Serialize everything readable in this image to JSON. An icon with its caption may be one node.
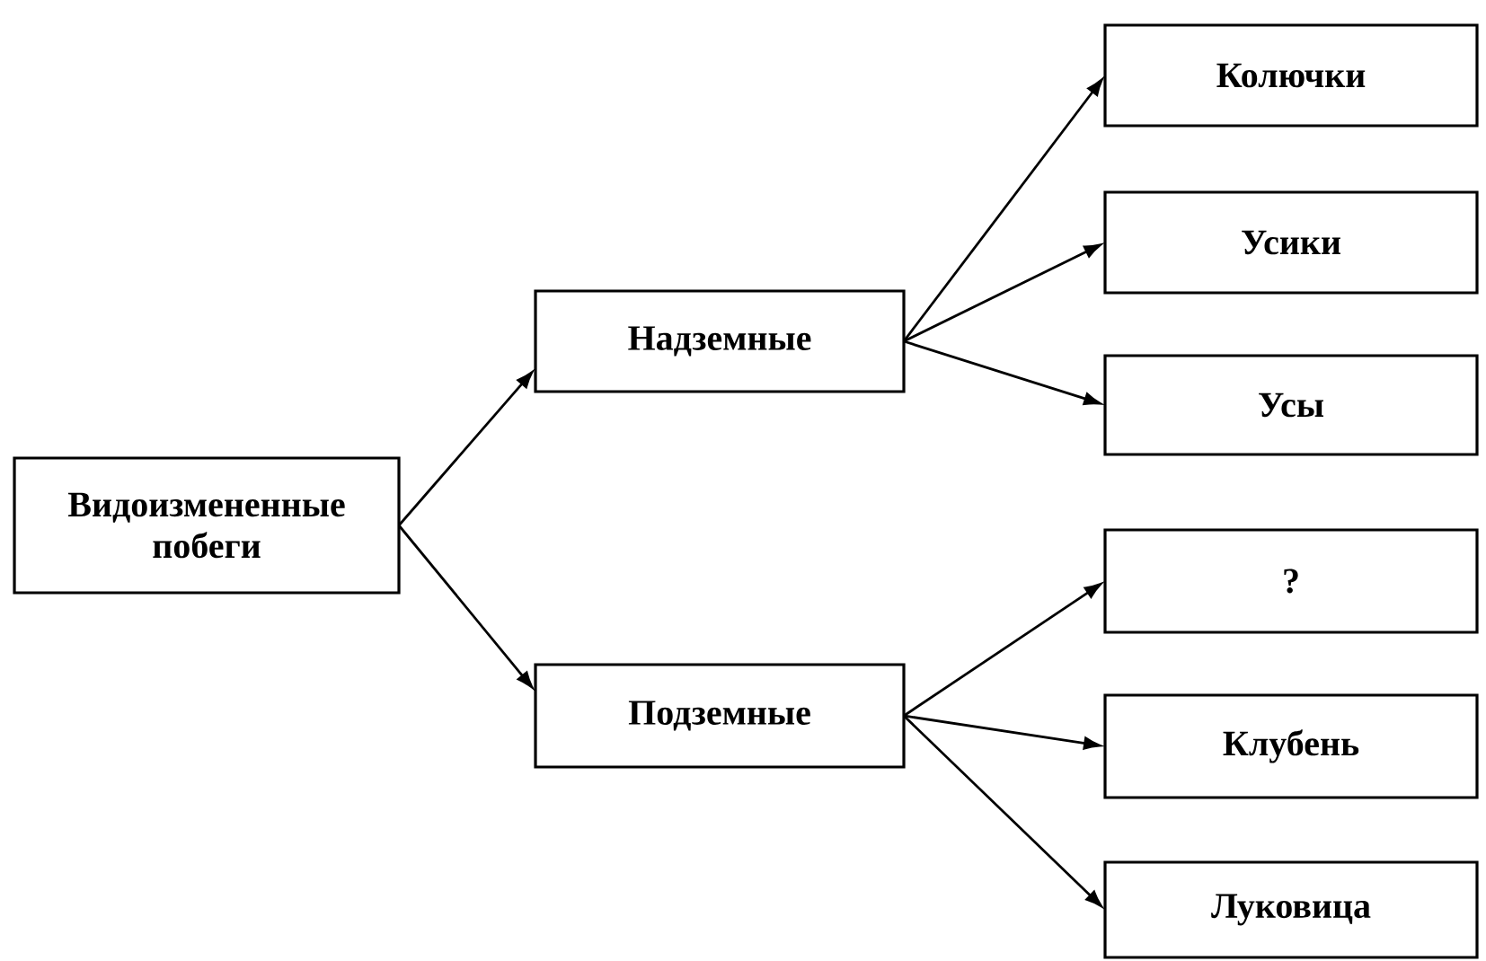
{
  "diagram": {
    "nodes": [
      {
        "text": [
          "Видоизмененные побеги"
        ]
      },
      {
        "text": [
          "Надземные"
        ]
      },
      {
        "text": [
          "Подземные"
        ]
      },
      {
        "text": [
          "Колючки"
        ]
      },
      {
        "text": [
          "Усики"
        ]
      },
      {
        "text": [
          "Усы"
        ]
      },
      {
        "text": [
          "?"
        ]
      },
      {
        "text": [
          "Клубень"
        ]
      },
      {
        "text": [
          "Луковица"
        ]
      }
    ],
    "edges": [
      {
        "from": 0,
        "to": 1,
        "arrow": "to"
      },
      {
        "from": 0,
        "to": 2,
        "arrow": "to"
      },
      {
        "from": 1,
        "to": 3,
        "arrow": "to"
      },
      {
        "from": 1,
        "to": 4,
        "arrow": "to"
      },
      {
        "from": 1,
        "to": 5,
        "arrow": "to"
      },
      {
        "from": 2,
        "to": 6,
        "arrow": "to"
      },
      {
        "from": 2,
        "to": 7,
        "arrow": "to"
      },
      {
        "from": 2,
        "to": 8,
        "arrow": "to"
      }
    ]
  }
}
